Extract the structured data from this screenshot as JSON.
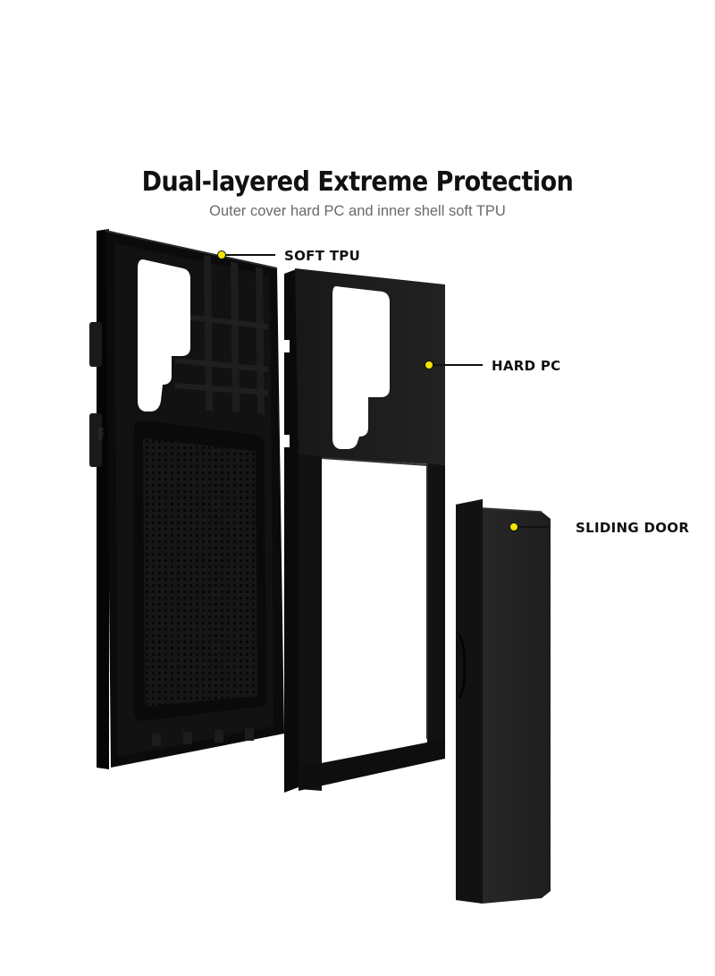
{
  "header": {
    "title": "Dual-layered Extreme Protection",
    "subtitle": "Outer cover hard PC  and inner shell soft TPU"
  },
  "callouts": {
    "soft_tpu": "SOFT TPU",
    "hard_pc": "HARD PC",
    "sliding_door": "SLIDING DOOR"
  },
  "inner_shell": {
    "brand_mark": "blio"
  },
  "colors": {
    "marker": "#f2e600",
    "case_black": "#0d0d0d",
    "door_gray": "#262626"
  }
}
